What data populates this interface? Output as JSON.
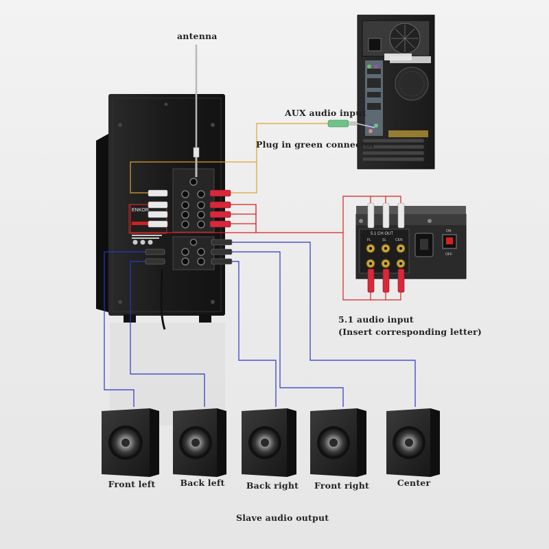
{
  "labels": {
    "antenna": "antenna",
    "aux_input": "AUX audio input",
    "plug_green": "Plug in green connector",
    "surround_input_line1": "5.1 audio input",
    "surround_input_line2": "(Insert corresponding letter)",
    "slave_output": "Slave audio output"
  },
  "speakers": [
    {
      "id": "front-left",
      "label": "Front left"
    },
    {
      "id": "back-left",
      "label": "Back left"
    },
    {
      "id": "back-right",
      "label": "Back right"
    },
    {
      "id": "front-right",
      "label": "Front right"
    },
    {
      "id": "center",
      "label": "Center"
    }
  ],
  "brand_mark": "ENKOR",
  "source_panel": {
    "title": "5.1 CH OUT",
    "channels": [
      "FL",
      "SL",
      "CEN"
    ],
    "power_on": "ON",
    "power_off": "OFF"
  },
  "colors": {
    "speaker_wire": "#2a35c8",
    "signal_wire": "#d92020",
    "aux_wire": "#e0a030",
    "rca_red": "#d8283a",
    "rca_white": "#e8e8e8",
    "green_plug": "#6fc28a",
    "cabinet": "#1e1e1e"
  }
}
